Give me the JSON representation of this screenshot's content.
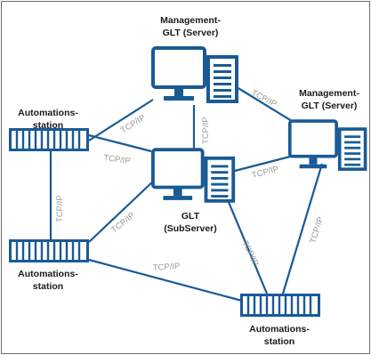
{
  "colors": {
    "accent": "#1a5a95",
    "label": "#1a1a1a",
    "link_label": "#9a9a9a",
    "border": "#6e6e6e"
  },
  "nodes": {
    "management_top": {
      "icon": "server-workstation-icon",
      "line1": "Management-",
      "line2": "GLT (Server)"
    },
    "management_right": {
      "icon": "server-workstation-icon",
      "line1": "Management-",
      "line2": "GLT (Server)"
    },
    "glt_subserver": {
      "icon": "server-workstation-icon",
      "line1": "GLT",
      "line2": "(SubServer)"
    },
    "automation_top_left": {
      "icon": "automation-station-icon",
      "line1": "Automations-",
      "line2": "station"
    },
    "automation_bottom_left": {
      "icon": "automation-station-icon",
      "line1": "Automations-",
      "line2": "station"
    },
    "automation_bottom": {
      "icon": "automation-station-icon",
      "line1": "Automations-",
      "line2": "station"
    }
  },
  "links": {
    "protocol": "TCP/IP"
  }
}
